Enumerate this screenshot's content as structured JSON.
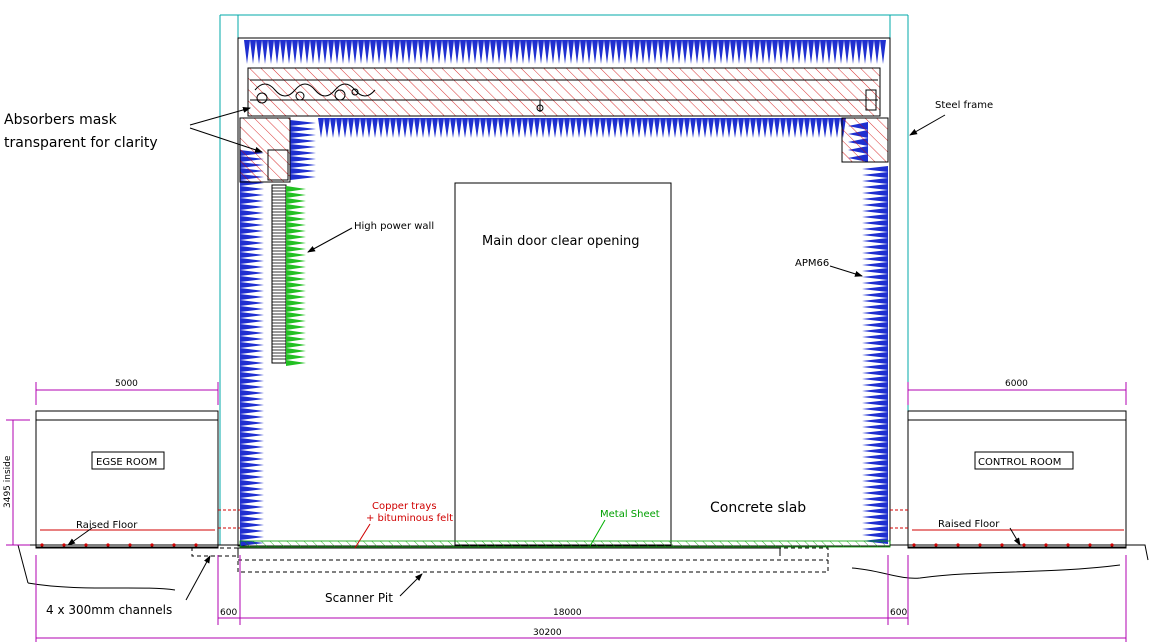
{
  "labels": {
    "absorbers_line1": "Absorbers mask",
    "absorbers_line2": "transparent for clarity",
    "steel_frame": "Steel frame",
    "high_power_wall": "High power wall",
    "main_door": "Main door clear opening",
    "apm66": "APM66",
    "egse_room": "EGSE ROOM",
    "control_room": "CONTROL ROOM",
    "raised_floor_left": "Raised Floor",
    "raised_floor_right": "Raised Floor",
    "copper_line1": "Copper trays",
    "copper_line2": "+ bituminous felt",
    "metal_sheet": "Metal Sheet",
    "concrete_slab": "Concrete slab",
    "channels": "4  x 300mm channels",
    "scanner_pit": "Scanner Pit"
  },
  "dimensions": {
    "egse_width": "5000",
    "control_width": "6000",
    "inside_height": "3495 inside",
    "left_wall": "600",
    "chamber_width": "18000",
    "right_wall": "600",
    "total_width": "30200"
  },
  "colors": {
    "absorber_blue": "#1f2fd0",
    "absorber_green": "#22c022",
    "dimension_magenta": "#b000b0",
    "frame_cyan": "#00a8a8",
    "hatch_red": "#d00000",
    "metal_green": "#00b000"
  }
}
